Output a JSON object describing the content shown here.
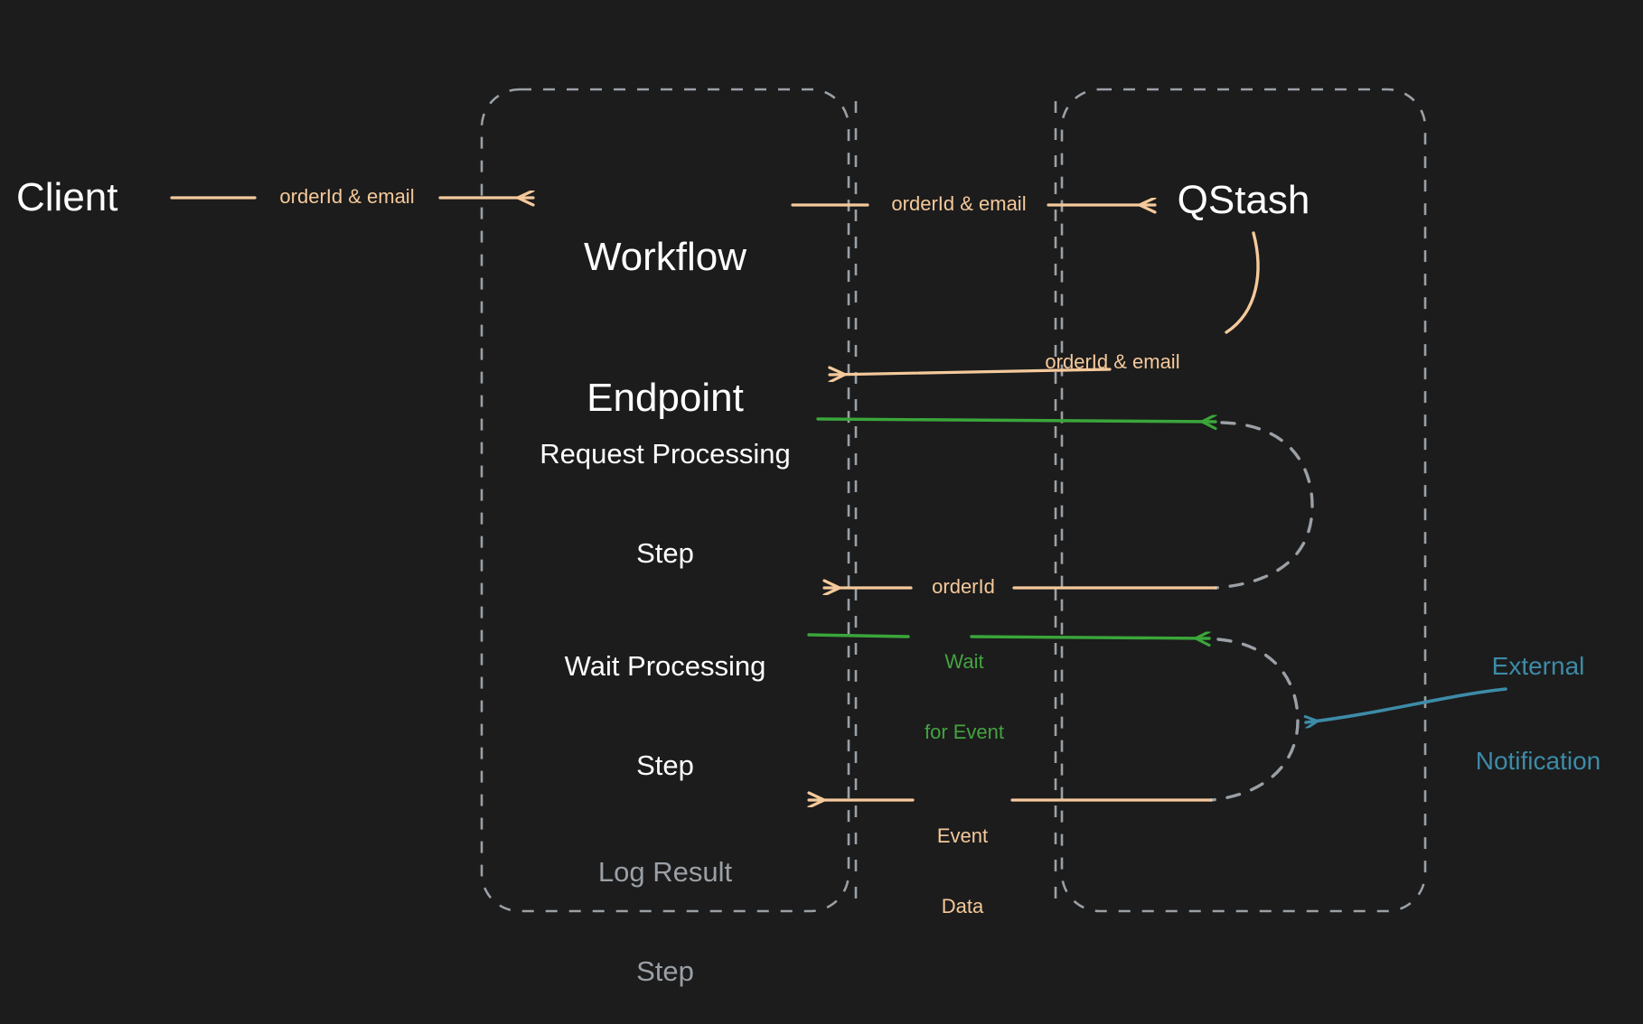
{
  "diagram": {
    "type": "sequence-flow",
    "background_color": "#1c1c1c",
    "colors": {
      "arrow_orange": "#f5c99b",
      "arrow_green": "#3aa63a",
      "arrow_blue": "#3d8ba8",
      "lifeline_gray": "#9aa0a6",
      "text_white": "#ffffff",
      "text_muted": "#9aa0a6"
    },
    "actors": [
      {
        "id": "client",
        "label": "Client",
        "boxed": false
      },
      {
        "id": "workflow",
        "label": "Workflow\nEndpoint",
        "label_line1": "Workflow",
        "label_line2": "Endpoint",
        "boxed": true
      },
      {
        "id": "qstash",
        "label": "QStash",
        "boxed": true
      }
    ],
    "steps": [
      {
        "id": "request-processing",
        "line1": "Request Processing",
        "line2": "Step",
        "muted": false
      },
      {
        "id": "wait-processing",
        "line1": "Wait Processing",
        "line2": "Step",
        "muted": false
      },
      {
        "id": "log-result",
        "line1": "Log Result",
        "line2": "Step",
        "muted": true
      }
    ],
    "edges": [
      {
        "id": "client-to-workflow",
        "label": "orderId & email",
        "color": "orange",
        "direction": "right"
      },
      {
        "id": "workflow-to-qstash",
        "label": "orderId & email",
        "color": "orange",
        "direction": "right"
      },
      {
        "id": "qstash-to-request-step",
        "label": "orderId & email",
        "color": "orange",
        "direction": "left"
      },
      {
        "id": "request-step-to-qstash",
        "label": "",
        "color": "green",
        "direction": "right"
      },
      {
        "id": "qstash-to-wait-step",
        "label": "orderId",
        "color": "orange",
        "direction": "left"
      },
      {
        "id": "wait-step-to-qstash",
        "label_line1": "Wait",
        "label_line2": "for Event",
        "color": "green",
        "direction": "right"
      },
      {
        "id": "qstash-to-log-step",
        "label_line1": "Event",
        "label_line2": "Data",
        "color": "orange",
        "direction": "left"
      }
    ],
    "annotations": [
      {
        "id": "external-notification",
        "line1": "External",
        "line2": "Notification",
        "color": "#3d8ba8"
      }
    ]
  }
}
